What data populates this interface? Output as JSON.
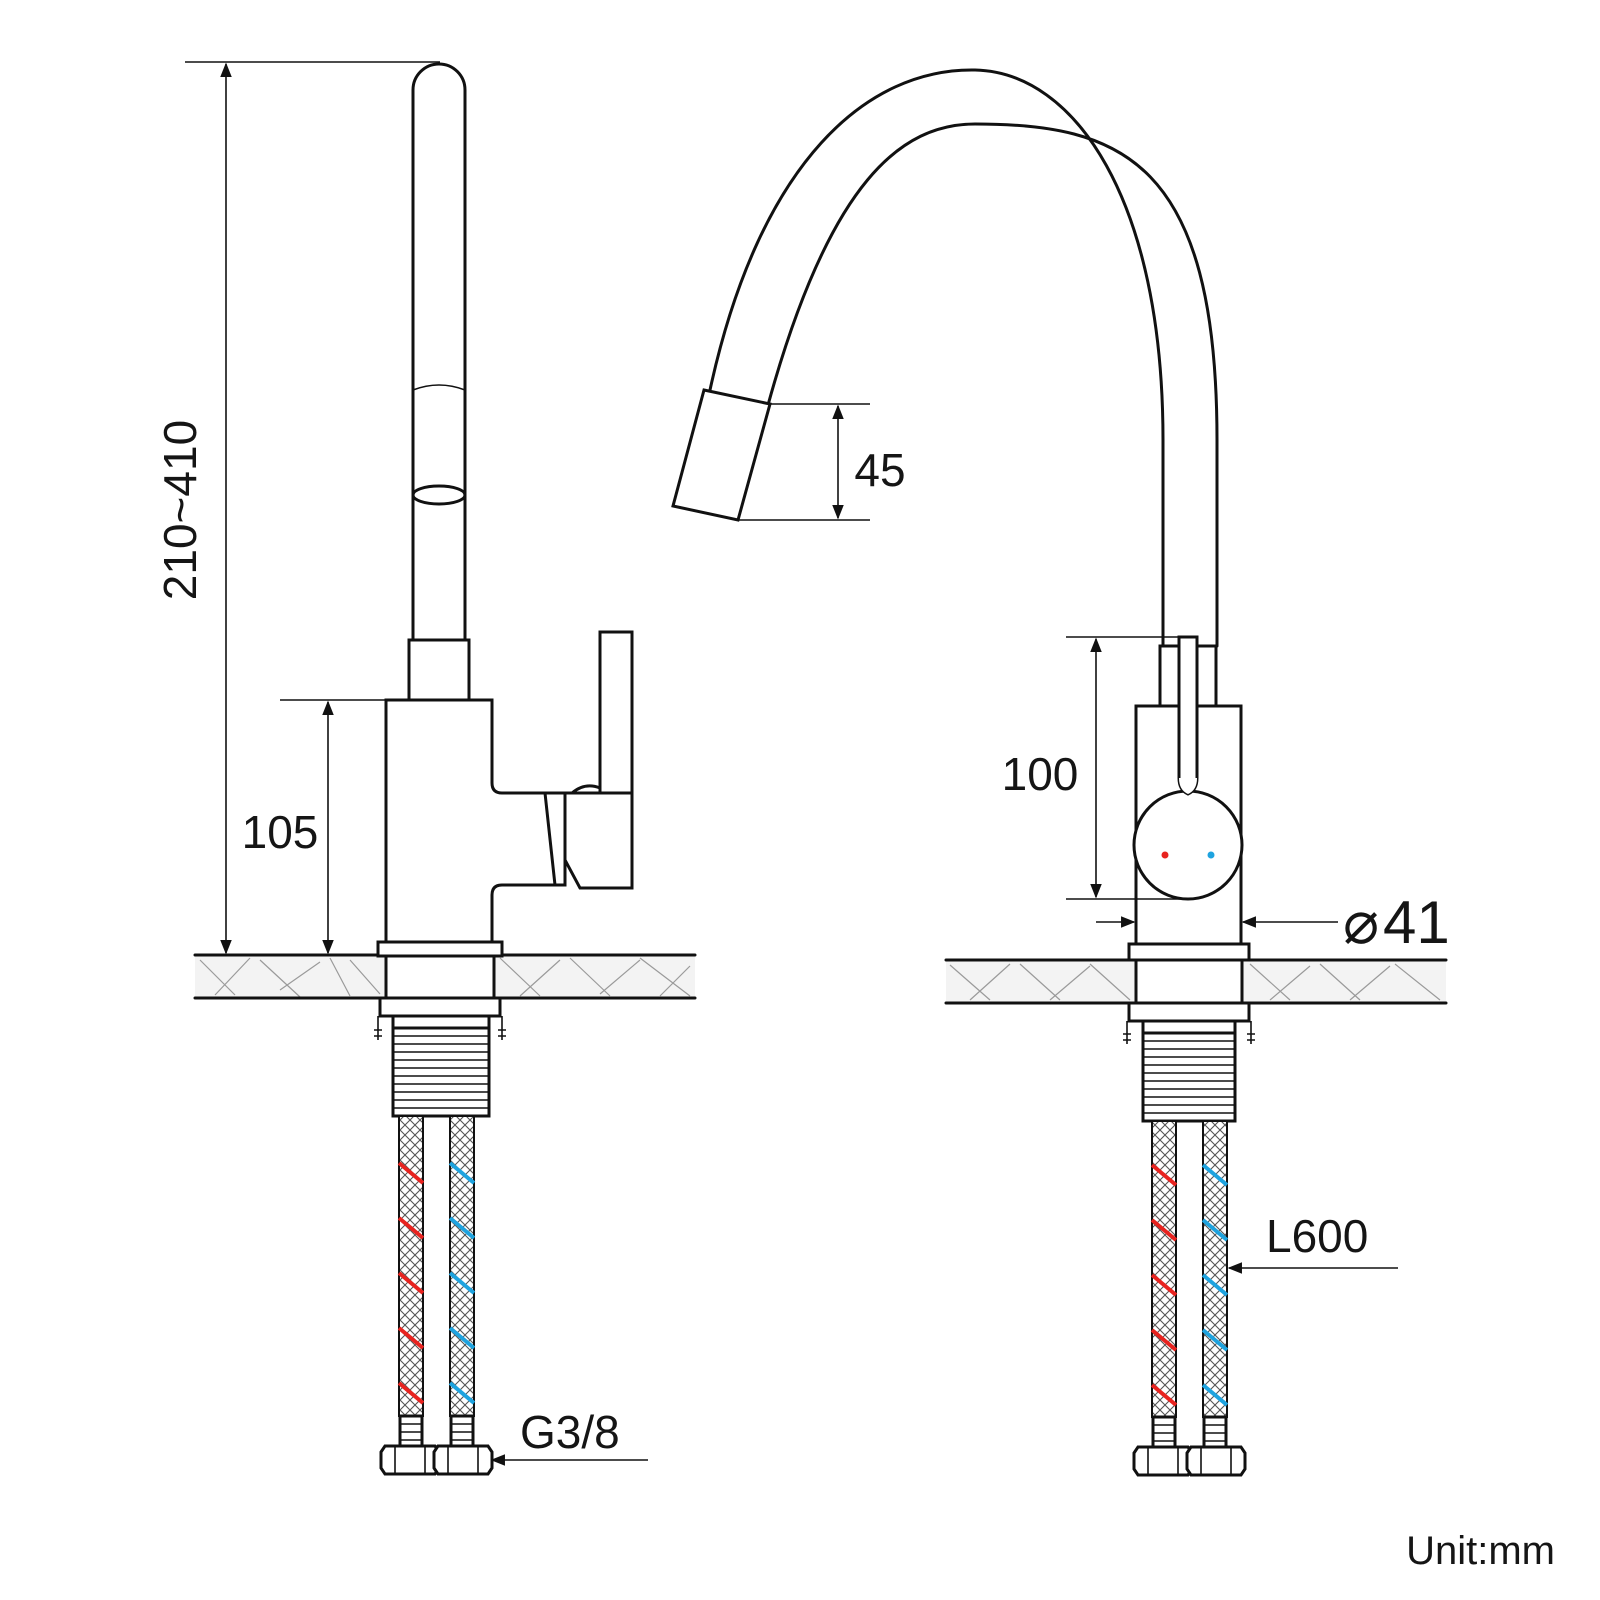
{
  "dimensions": {
    "left_height": "210~410",
    "left_body": "105",
    "spout_head": "45",
    "right_body": "100",
    "diameter_symbol": "⌀",
    "diameter_value": "41",
    "hose_length": "L600",
    "thread": "G3/8"
  },
  "unit": "Unit:mm",
  "colors": {
    "line": "#111111",
    "hot": "#e8231f",
    "cold": "#1ea3df",
    "stone": "#9a9a9a"
  },
  "icons": {
    "hot_indicator": "red-dot-icon",
    "cold_indicator": "blue-dot-icon"
  }
}
